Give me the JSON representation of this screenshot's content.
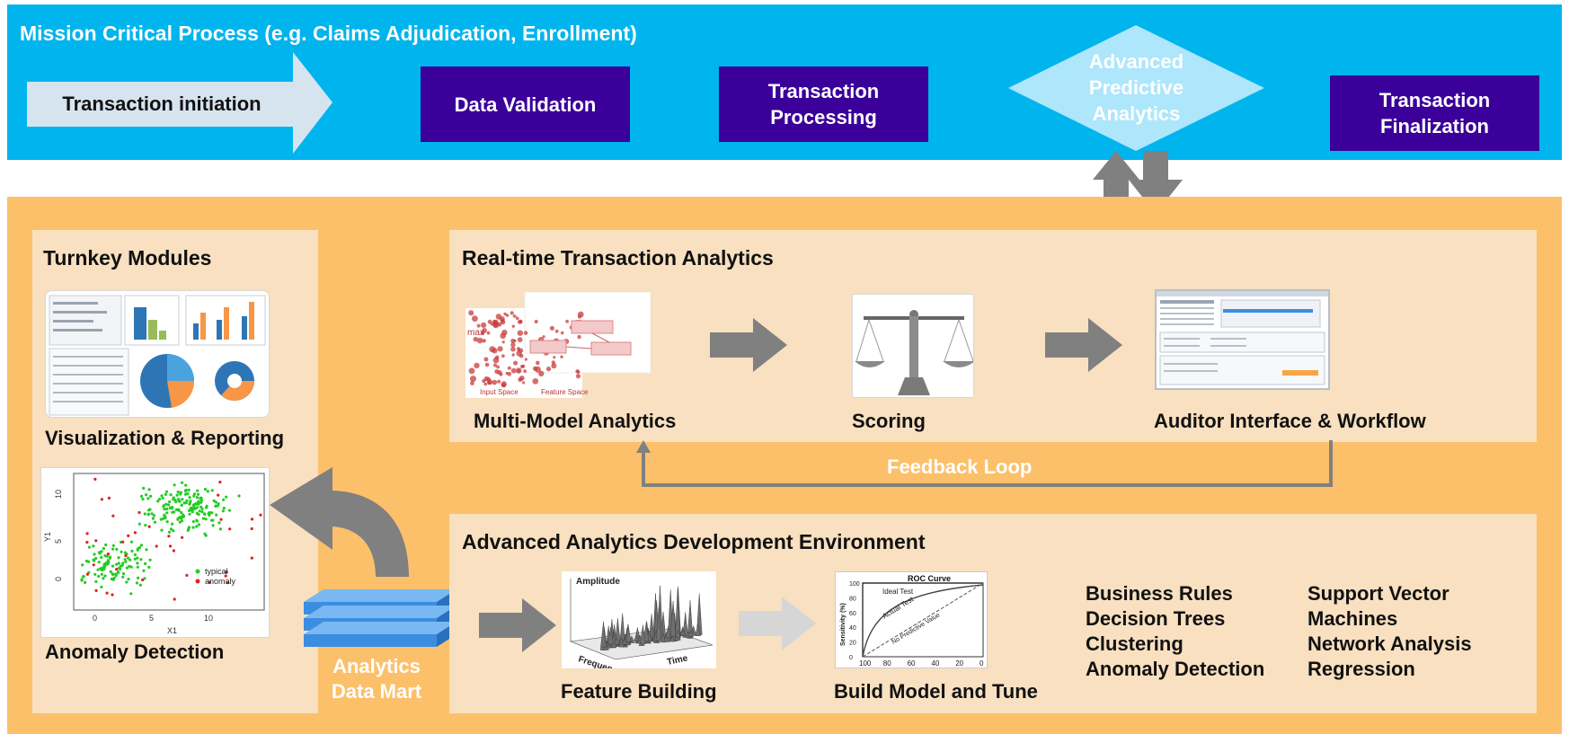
{
  "process": {
    "title": "Mission Critical Process (e.g. Claims Adjudication, Enrollment)",
    "initiation": "Transaction initiation",
    "data_validation": "Data Validation",
    "processing": [
      "Transaction",
      "Processing"
    ],
    "predictive": [
      "Advanced",
      "Predictive",
      "Analytics"
    ],
    "finalization": [
      "Transaction",
      "Finalization"
    ]
  },
  "turnkey": {
    "title": "Turnkey Modules",
    "visualization": "Visualization & Reporting",
    "anomaly": "Anomaly Detection",
    "scatter_legend": [
      "typical",
      "anomaly"
    ],
    "scatter_axis": {
      "x": "X1",
      "y": "Y1",
      "xticks": [
        "0",
        "5",
        "10"
      ],
      "yticks": [
        "0",
        "5",
        "10"
      ]
    }
  },
  "realtime": {
    "title": "Real-time Transaction Analytics",
    "multi_model": "Multi-Model Analytics",
    "scoring": "Scoring",
    "auditor": "Auditor Interface & Workflow",
    "feedback": "Feedback Loop",
    "multi_model_labels": [
      "Input Space",
      "Feature Space",
      "max"
    ]
  },
  "data_mart": [
    "Analytics",
    "Data Mart"
  ],
  "dev_env": {
    "title": "Advanced Analytics Development Environment",
    "feature_building": "Feature Building",
    "build_model": "Build Model and Tune",
    "surface_labels": {
      "amplitude": "Amplitude",
      "frequency": "Frequency",
      "time": "Time"
    },
    "roc": {
      "title": "ROC Curve",
      "ideal": "Ideal Test",
      "actual": "Actual Test",
      "no_value": "No Predictive Value",
      "ylabel": "Sensitivity (%)",
      "xticks": [
        "100",
        "80",
        "60",
        "40",
        "20",
        "0"
      ],
      "yticks": [
        "100",
        "80",
        "60",
        "40",
        "20",
        "0"
      ]
    },
    "techniques_left": [
      "Business Rules",
      "Decision Trees",
      "Clustering",
      "Anomaly Detection"
    ],
    "techniques_right": [
      "Support Vector",
      "Machines",
      "Network Analysis",
      "Regression"
    ]
  },
  "colors": {
    "top_band": "#00b4ee",
    "purple_box": "#3a0099",
    "bottom_band": "#fcc06a",
    "panel": "#f8e0c0",
    "arrow_gray": "#808080"
  }
}
